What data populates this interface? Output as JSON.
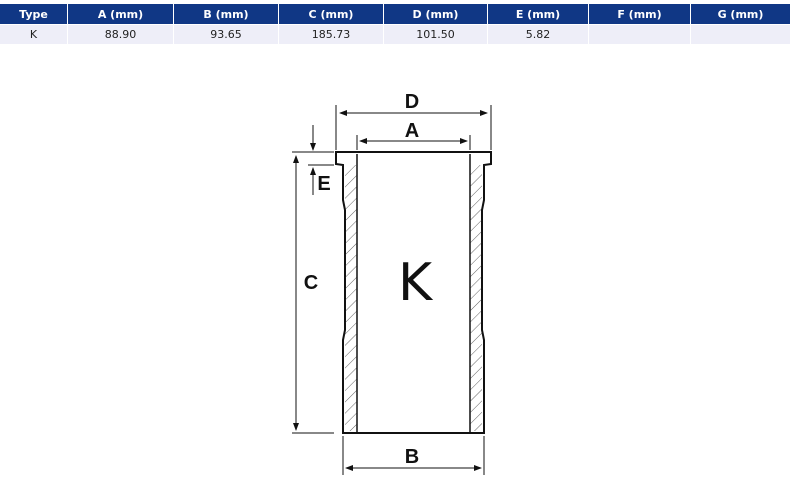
{
  "table": {
    "headers": [
      "Type",
      "A (mm)",
      "B (mm)",
      "C (mm)",
      "D (mm)",
      "E (mm)",
      "F (mm)",
      "G (mm)"
    ],
    "row": [
      "K",
      "88.90",
      "93.65",
      "185.73",
      "101.50",
      "5.82",
      "",
      ""
    ]
  },
  "diagram": {
    "label_a": "A",
    "label_b": "B",
    "label_c": "C",
    "label_d": "D",
    "label_e": "E",
    "type_letter": "K"
  }
}
